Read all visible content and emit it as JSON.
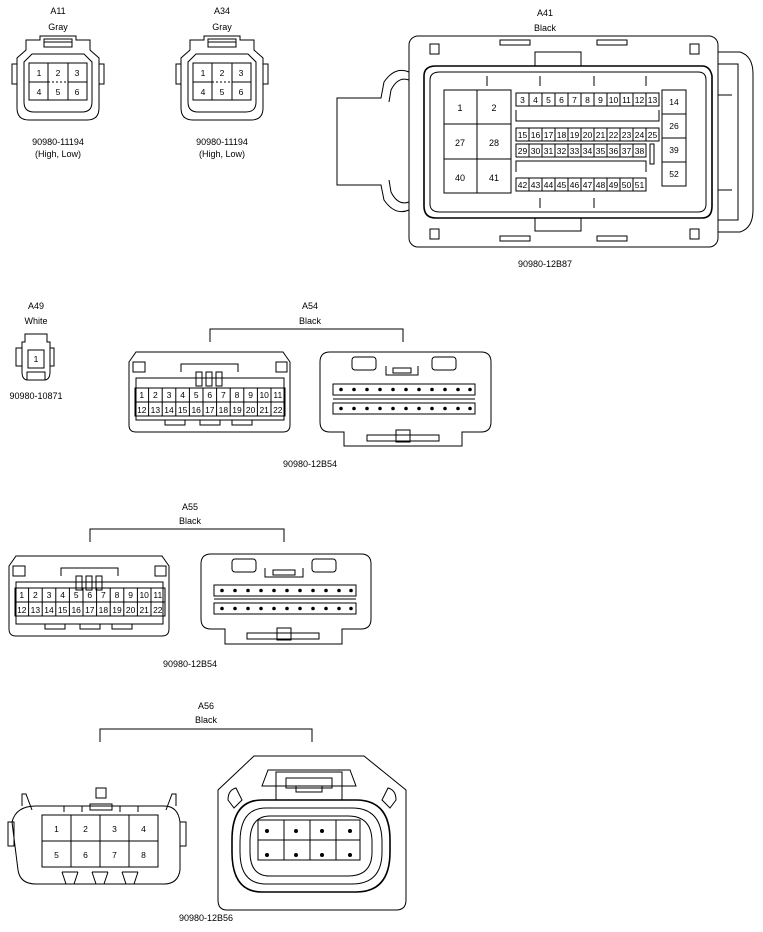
{
  "connectors": {
    "a11": {
      "id": "A11",
      "color": "Gray",
      "part": "90980-11194",
      "note": "(High, Low)",
      "pins": [
        "1",
        "2",
        "3",
        "4",
        "5",
        "6"
      ]
    },
    "a34": {
      "id": "A34",
      "color": "Gray",
      "part": "90980-11194",
      "note": "(High, Low)",
      "pins": [
        "1",
        "2",
        "3",
        "4",
        "5",
        "6"
      ]
    },
    "a41": {
      "id": "A41",
      "color": "Black",
      "part": "90980-12B87",
      "big_pins": [
        "1",
        "2",
        "27",
        "28",
        "40",
        "41"
      ],
      "row1": [
        "3",
        "4",
        "5",
        "6",
        "7",
        "8",
        "9",
        "10",
        "11",
        "12",
        "13"
      ],
      "row2": [
        "15",
        "16",
        "17",
        "18",
        "19",
        "20",
        "21",
        "22",
        "23",
        "24",
        "25"
      ],
      "row3": [
        "29",
        "30",
        "31",
        "32",
        "33",
        "34",
        "35",
        "36",
        "37",
        "38"
      ],
      "row4": [
        "42",
        "43",
        "44",
        "45",
        "46",
        "47",
        "48",
        "49",
        "50",
        "51"
      ],
      "side_pins": [
        "14",
        "26",
        "39",
        "52"
      ]
    },
    "a49": {
      "id": "A49",
      "color": "White",
      "part": "90980-10871",
      "pins": [
        "1"
      ]
    },
    "a54": {
      "id": "A54",
      "color": "Black",
      "part": "90980-12B54",
      "row1": [
        "1",
        "2",
        "3",
        "4",
        "5",
        "6",
        "7",
        "8",
        "9",
        "10",
        "11"
      ],
      "row2": [
        "12",
        "13",
        "14",
        "15",
        "16",
        "17",
        "18",
        "19",
        "20",
        "21",
        "22"
      ]
    },
    "a55": {
      "id": "A55",
      "color": "Black",
      "part": "90980-12B54",
      "row1": [
        "1",
        "2",
        "3",
        "4",
        "5",
        "6",
        "7",
        "8",
        "9",
        "10",
        "11"
      ],
      "row2": [
        "12",
        "13",
        "14",
        "15",
        "16",
        "17",
        "18",
        "19",
        "20",
        "21",
        "22"
      ]
    },
    "a56": {
      "id": "A56",
      "color": "Black",
      "part": "90980-12B56",
      "pins": [
        "1",
        "2",
        "3",
        "4",
        "5",
        "6",
        "7",
        "8"
      ]
    }
  }
}
